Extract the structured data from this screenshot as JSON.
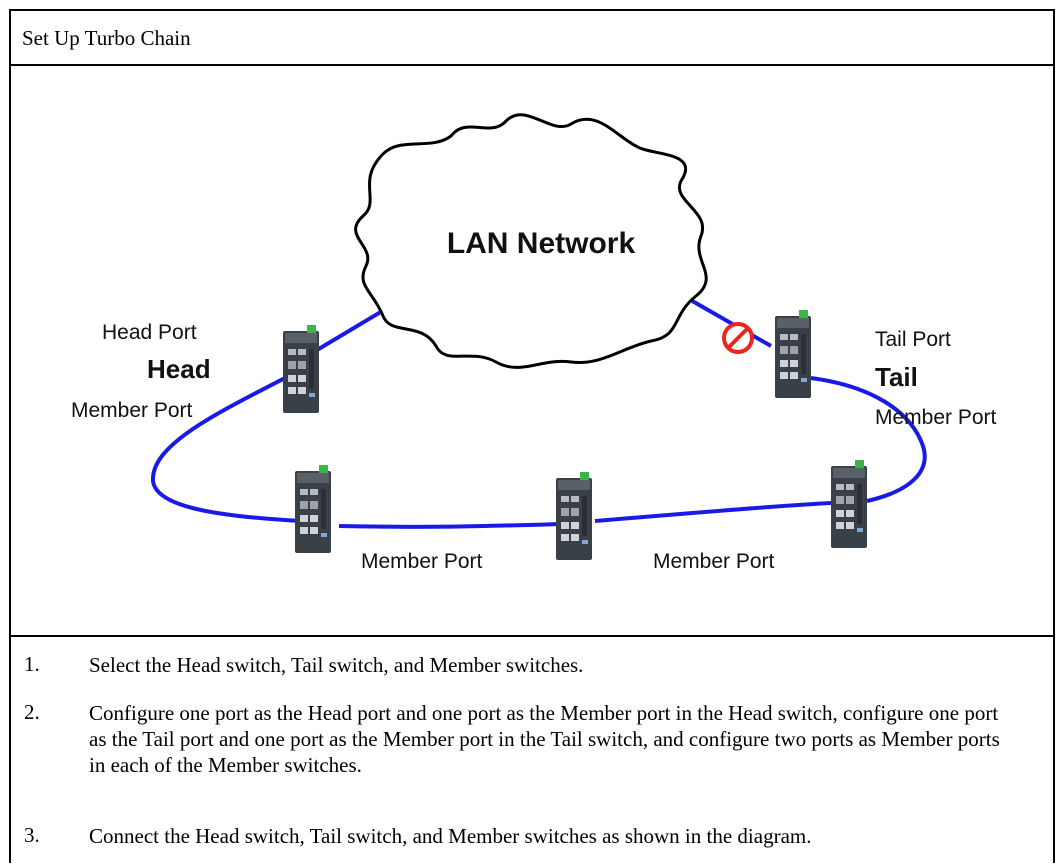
{
  "title": "Set Up Turbo Chain",
  "diagram": {
    "cloud_label": "LAN Network",
    "head_port_label": "Head Port",
    "head_label": "Head",
    "head_member_port_label": "Member Port",
    "tail_port_label": "Tail Port",
    "tail_label": "Tail",
    "tail_member_port_label": "Member Port",
    "member_port_label_1": "Member Port",
    "member_port_label_2": "Member Port",
    "colors": {
      "link": "#1a1ae6",
      "blocked": "#e8261f",
      "switch_body": "#3a4047",
      "switch_port": "#b8bcc0"
    }
  },
  "steps": [
    {
      "num": "1.",
      "text": "Select the Head switch, Tail switch, and Member switches."
    },
    {
      "num": "2.",
      "text": "Configure one port as the Head port and one port as the Member port in the Head switch, configure one port as the Tail port and one port as the Member port in the Tail switch, and configure two ports as Member ports in each of the Member switches."
    },
    {
      "num": "3.",
      "text": "Connect the Head switch, Tail switch, and Member switches as shown in the diagram."
    }
  ]
}
